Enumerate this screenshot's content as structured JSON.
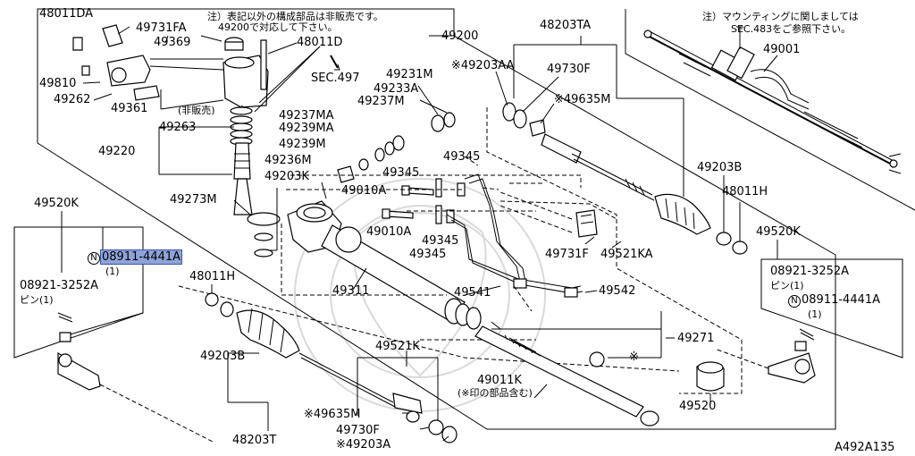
{
  "notes": {
    "not_sold_line1": "注）表記以外の構成部品は非販売です。",
    "not_sold_line2": "49200で対応して下さい。",
    "mounting_line1": "注）マウンティングに関しましては",
    "mounting_line2": "SEC.483をご参照下さい。"
  },
  "labels": {
    "p48011DA": "48011DA",
    "p49731FA": "49731FA",
    "p49200_top": "49200",
    "p49369": "49369",
    "p48011D": "48011D",
    "sec497": "SEC.497",
    "p49810": "49810",
    "p49262": "49262",
    "p49361": "49361",
    "not_sold_tag": "(非販売)",
    "p49263": "49263",
    "p49220": "49220",
    "p49231M": "49231M",
    "p49233A": "49233A",
    "p49237MA": "49237MA",
    "p49237M": "49237M",
    "p49239MA": "49239MA",
    "p49239M": "49239M",
    "p49236M": "49236M",
    "p49345_a": "49345",
    "p49345_b": "49345",
    "p49345_c": "49345",
    "p49345_d": "49345",
    "p49010A_a": "49010A",
    "p49010A_b": "49010A",
    "p49203K": "49203K",
    "p49273M": "49273M",
    "p48203TA": "48203TA",
    "p49203AA": "※49203AA",
    "p49730F_top": "49730F",
    "p49635M_top": "※49635M",
    "p49001": "49001",
    "p49203B_right": "49203B",
    "p48011H_right": "48011H",
    "p49520K_left": "49520K",
    "p49520K_right": "49520K",
    "p08911_left": "08911-4441A",
    "qty_left_a": "(1)",
    "p08921_left": "08921-3252A",
    "pin_left": "ピン(1)",
    "p48011H_left": "48011H",
    "p49203B_left": "49203B",
    "p49311": "49311",
    "p49731F": "49731F",
    "p49521KA": "49521KA",
    "p49541": "49541",
    "p49542": "49542",
    "p49271": "49271",
    "asterisk_mark": "※",
    "p49521K": "49521K",
    "p49011K": "49011K",
    "p49011K_note": "(※印の部品含む)",
    "p49520": "49520",
    "p08921_right": "08921-3252A",
    "pin_right": "ピン(1)",
    "p08911_right": "08911-4441A",
    "qty_right": "(1)",
    "p49635M_bottom": "※49635M",
    "p49730F_bottom": "49730F",
    "p49203A_bottom": "※49203A",
    "p48203T": "48203T",
    "diagram_id": "A492A135",
    "n_symbol": "N"
  },
  "highlight_color": "#8fa3d8"
}
